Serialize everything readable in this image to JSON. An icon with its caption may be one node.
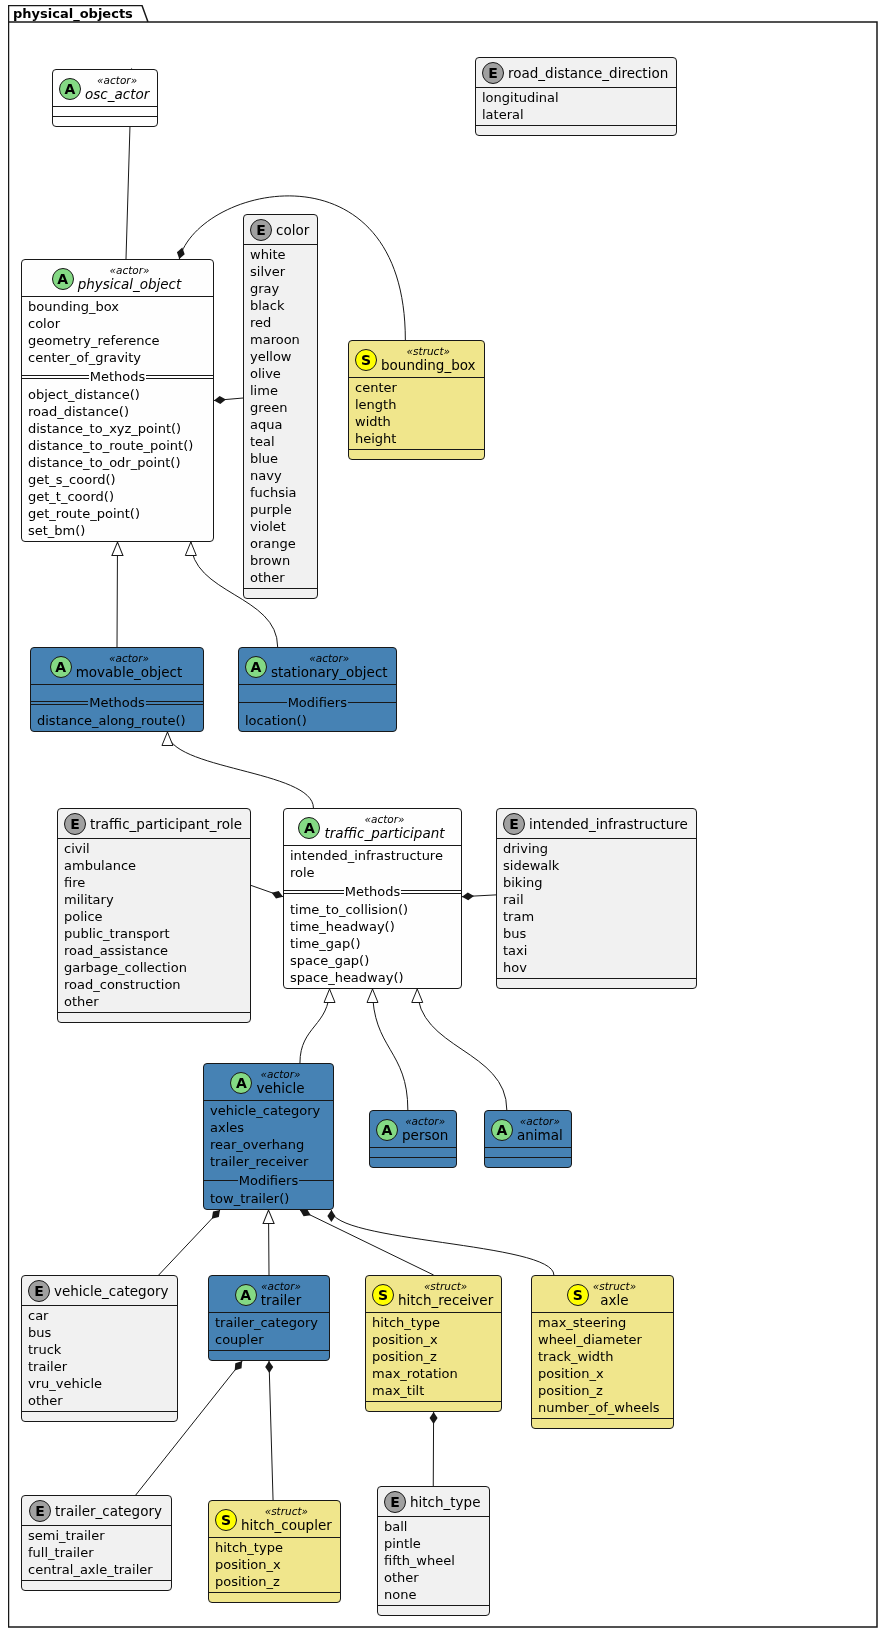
{
  "diagram": {
    "nodes": [
      {
        "text": [
          "physical_objects"
        ]
      },
      {
        "text": [
          "A",
          "«actor»",
          "osc_actor"
        ],
        "in": 0
      },
      {
        "text": [
          "E",
          "road_distance_direction",
          "longitudinal",
          "lateral"
        ],
        "in": 0
      },
      {
        "text": [
          "A",
          "«actor»",
          "physical_object",
          "bounding_box",
          "color",
          "geometry_reference",
          "center_of_gravity",
          "Methods",
          "object_distance()",
          "road_distance()",
          "distance_to_xyz_point()",
          "distance_to_route_point()",
          "distance_to_odr_point()",
          "get_s_coord()",
          "get_t_coord()",
          "get_route_point()",
          "set_bm()"
        ],
        "in": 0
      },
      {
        "text": [
          "E",
          "color",
          "white",
          "silver",
          "gray",
          "black",
          "red",
          "maroon",
          "yellow",
          "olive",
          "lime",
          "green",
          "aqua",
          "teal",
          "blue",
          "navy",
          "fuchsia",
          "purple",
          "violet",
          "orange",
          "brown",
          "other"
        ],
        "in": 0
      },
      {
        "text": [
          "S",
          "«struct»",
          "bounding_box",
          "center",
          "length",
          "width",
          "height"
        ],
        "in": 0
      },
      {
        "text": [
          "A",
          "«actor»",
          "movable_object",
          "Methods",
          "distance_along_route()"
        ],
        "in": 0
      },
      {
        "text": [
          "A",
          "«actor»",
          "stationary_object",
          "Modifiers",
          "location()"
        ],
        "in": 0
      },
      {
        "text": [
          "E",
          "traffic_participant_role",
          "civil",
          "ambulance",
          "fire",
          "military",
          "police",
          "public_transport",
          "road_assistance",
          "garbage_collection",
          "road_construction",
          "other"
        ],
        "in": 0
      },
      {
        "text": [
          "A",
          "«actor»",
          "traffic_participant",
          "intended_infrastructure",
          "role",
          "Methods",
          "time_to_collision()",
          "time_headway()",
          "time_gap()",
          "space_gap()",
          "space_headway()"
        ],
        "in": 0
      },
      {
        "text": [
          "E",
          "intended_infrastructure",
          "driving",
          "sidewalk",
          "biking",
          "rail",
          "tram",
          "bus",
          "taxi",
          "hov"
        ],
        "in": 0
      },
      {
        "text": [
          "A",
          "«actor»",
          "vehicle",
          "vehicle_category",
          "axles",
          "rear_overhang",
          "trailer_receiver",
          "Modifiers",
          "tow_trailer()"
        ],
        "in": 0
      },
      {
        "text": [
          "A",
          "«actor»",
          "person"
        ],
        "in": 0
      },
      {
        "text": [
          "A",
          "«actor»",
          "animal"
        ],
        "in": 0
      },
      {
        "text": [
          "E",
          "vehicle_category",
          "car",
          "bus",
          "truck",
          "trailer",
          "vru_vehicle",
          "other"
        ],
        "in": 0
      },
      {
        "text": [
          "A",
          "«actor»",
          "trailer",
          "trailer_category",
          "coupler"
        ],
        "in": 0
      },
      {
        "text": [
          "S",
          "«struct»",
          "hitch_receiver",
          "hitch_type",
          "position_x",
          "position_z",
          "max_rotation",
          "max_tilt"
        ],
        "in": 0
      },
      {
        "text": [
          "S",
          "«struct»",
          "axle",
          "max_steering",
          "wheel_diameter",
          "track_width",
          "position_x",
          "position_z",
          "number_of_wheels"
        ],
        "in": 0
      },
      {
        "text": [
          "E",
          "trailer_category",
          "semi_trailer",
          "full_trailer",
          "central_axle_trailer"
        ],
        "in": 0
      },
      {
        "text": [
          "S",
          "«struct»",
          "hitch_coupler",
          "hitch_type",
          "position_x",
          "position_z"
        ],
        "in": 0
      },
      {
        "text": [
          "E",
          "hitch_type",
          "ball",
          "pintle",
          "fifth_wheel",
          "other",
          "none"
        ],
        "in": 0
      }
    ],
    "edges": [
      {
        "from": 3,
        "to": 1,
        "arrow": "to"
      },
      {
        "from": 3,
        "to": 5,
        "arrow": "other"
      },
      {
        "from": 3,
        "to": 4,
        "arrow": "other"
      },
      {
        "from": 6,
        "to": 3,
        "arrow": "to"
      },
      {
        "from": 7,
        "to": 3,
        "arrow": "to"
      },
      {
        "from": 9,
        "to": 6,
        "arrow": "to"
      },
      {
        "from": 9,
        "to": 8,
        "arrow": "other"
      },
      {
        "from": 9,
        "to": 10,
        "arrow": "other"
      },
      {
        "from": 11,
        "to": 9,
        "arrow": "to"
      },
      {
        "from": 12,
        "to": 9,
        "arrow": "to"
      },
      {
        "from": 13,
        "to": 9,
        "arrow": "to"
      },
      {
        "from": 11,
        "to": 14,
        "arrow": "other"
      },
      {
        "from": 11,
        "to": 16,
        "arrow": "other"
      },
      {
        "from": 11,
        "to": 17,
        "arrow": "other"
      },
      {
        "from": 15,
        "to": 11,
        "arrow": "to"
      },
      {
        "from": 15,
        "to": 18,
        "arrow": "other"
      },
      {
        "from": 15,
        "to": 19,
        "arrow": "other"
      },
      {
        "from": 16,
        "to": 20,
        "arrow": "other"
      }
    ]
  }
}
